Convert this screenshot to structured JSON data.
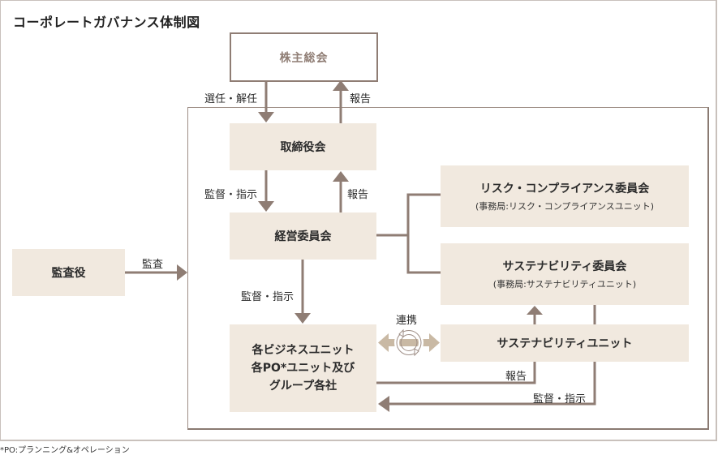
{
  "title": "コーポレートガバナンス体制図",
  "nodes": {
    "shareholders": "株主総会",
    "board": "取締役会",
    "management_committee": "経営委員会",
    "auditor": "監査役",
    "risk_committee": {
      "label": "リスク・コンプライアンス委員会",
      "sub": "(事務局:リスク・コンプライアンスユニット)"
    },
    "sustainability_committee": {
      "label": "サステナビリティ委員会",
      "sub": "(事務局:サステナビリティユニット)"
    },
    "business_units": [
      "各ビジネスユニット",
      "各PO*ユニット及び",
      "グループ各社"
    ],
    "sustainability_unit": "サステナビリティユニット"
  },
  "edges": {
    "elect_dismiss": "選任・解任",
    "report_to_shareholders": "報告",
    "supervise_board": "監督・指示",
    "report_to_board": "報告",
    "audit": "監査",
    "supervise_units": "監督・指示",
    "collaboration": "連携",
    "report_unit": "報告",
    "supervise_sustainability": "監督・指示"
  },
  "footnote": "*PO:プランニング&オペレーション",
  "colors": {
    "box_fill": "#f1e9df",
    "line": "#8f7d74",
    "frame": "#9e8e86",
    "collab_arrow": "#c9b9a4"
  }
}
